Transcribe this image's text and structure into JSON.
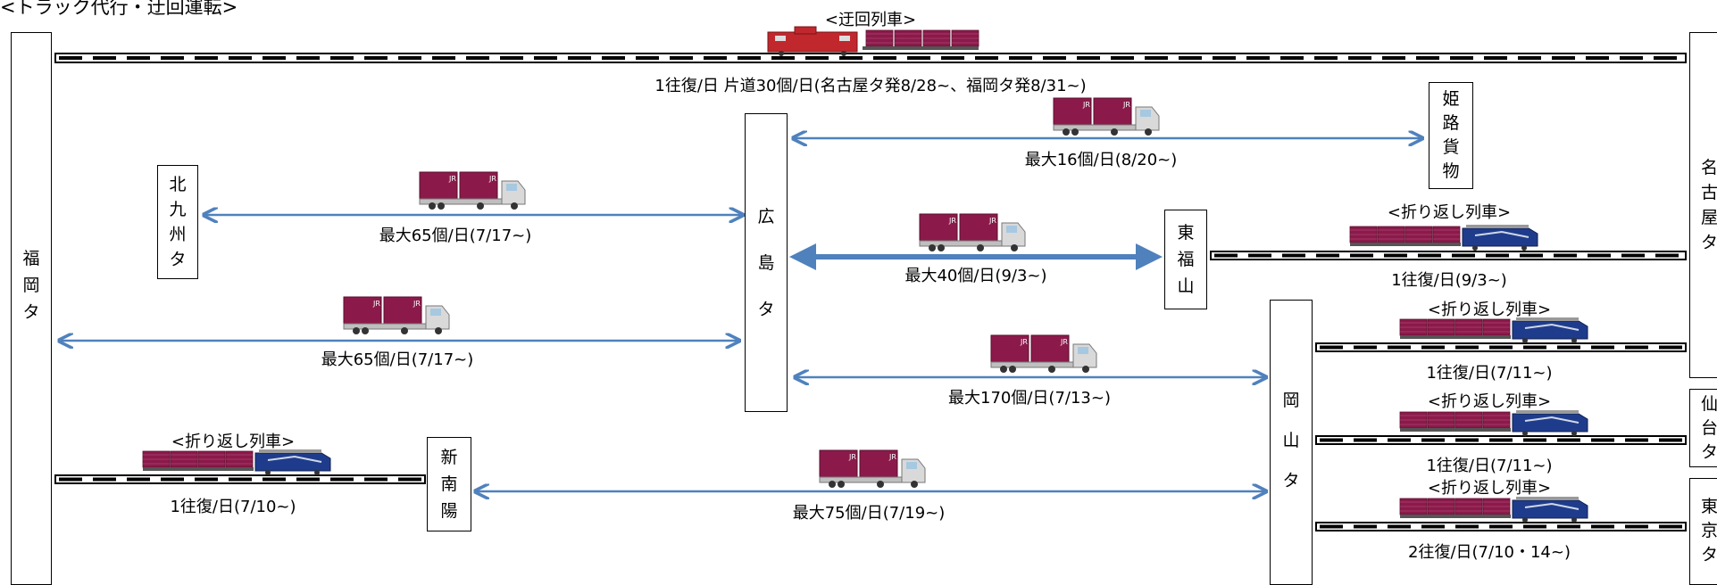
{
  "title": "<トラック代行・迂回運転>",
  "stations": {
    "fukuoka": [
      "福",
      "岡",
      "タ"
    ],
    "kitakyushu": [
      "北",
      "九",
      "州",
      "タ"
    ],
    "hiroshima": [
      "広",
      "島",
      "タ"
    ],
    "himeji": [
      "姫",
      "路",
      "貨",
      "物"
    ],
    "higashifukuyama": [
      "東",
      "福",
      "山"
    ],
    "okayama": [
      "岡",
      "山",
      "タ"
    ],
    "shinnanyo": [
      "新",
      "南",
      "陽"
    ],
    "nagoya": [
      "名",
      "古",
      "屋",
      "タ"
    ],
    "sendai": [
      "仙",
      "台",
      "タ"
    ],
    "tokyo": [
      "東",
      "京",
      "タ"
    ]
  },
  "labels": {
    "detour_train": "<迂回列車>",
    "detour_info": "1往復/日 片道30個/日(名古屋タ発8/28~、福岡タ発8/31~)",
    "hiroshima_himeji": "最大16個/日(8/20~)",
    "kitakyushu_hiroshima": "最大65個/日(7/17~)",
    "hiroshima_higashifukuyama": "最大40個/日(9/3~)",
    "turnback_nagoya_title": "<折り返し列車>",
    "turnback_nagoya_info": "1往復/日(9/3~)",
    "fukuoka_hiroshima": "最大65個/日(7/17~)",
    "turnback_okayama1_title": "<折り返し列車>",
    "turnback_okayama1_info": "1往復/日(7/11~)",
    "hiroshima_okayama": "最大170個/日(7/13~)",
    "turnback_shinnanyo_title": "<折り返し列車>",
    "turnback_shinnanyo_info": "1往復/日(7/10~)",
    "turnback_okayama2_title": "<折り返し列車>",
    "turnback_okayama2_info": "1往復/日(7/11~)",
    "shinnanyo_okayama": "最大75個/日(7/19~)",
    "turnback_okayama3_title": "<折り返し列車>",
    "turnback_okayama3_info": "2往復/日(7/10・14~)"
  },
  "colors": {
    "arrow": "#4f81bd",
    "container": "#8b1a4a",
    "diesel_loco": "#c0282d",
    "electric_loco": "#1f3c8c",
    "track": "#000000"
  },
  "icons": {
    "truck": "container-truck-icon",
    "diesel_train": "diesel-freight-train-icon",
    "electric_train": "electric-freight-train-icon"
  }
}
